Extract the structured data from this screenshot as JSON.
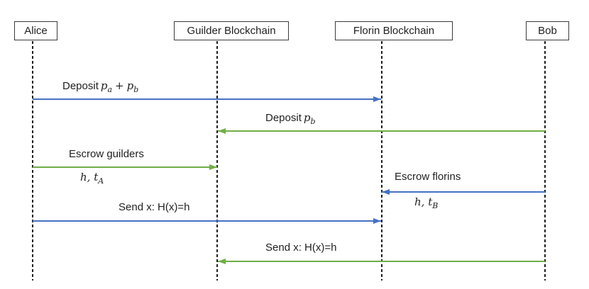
{
  "diagram": {
    "type": "sequence-diagram",
    "colors": {
      "blue": "#4472C4",
      "green": "#70AD47",
      "lifeline": "#1f1f1f"
    },
    "actors": [
      {
        "id": "alice",
        "label": "Alice"
      },
      {
        "id": "guilder",
        "label": "Guilder Blockchain"
      },
      {
        "id": "florin",
        "label": "Florin Blockchain"
      },
      {
        "id": "bob",
        "label": "Bob"
      }
    ],
    "messages": [
      {
        "id": "deposit-pa-pb",
        "from": "alice",
        "to": "florin",
        "direction": "right",
        "color": "blue",
        "text": "Deposit",
        "math": {
          "v1": "p",
          "s1": "a",
          "op": "+",
          "v2": "p",
          "s2": "b"
        }
      },
      {
        "id": "deposit-pb",
        "from": "bob",
        "to": "guilder",
        "direction": "left",
        "color": "green",
        "text": "Deposit",
        "math": {
          "v1": "p",
          "s1": "b"
        }
      },
      {
        "id": "escrow-guilders",
        "from": "alice",
        "to": "guilder",
        "direction": "right",
        "color": "green",
        "text": "Escrow guilders",
        "note": {
          "v1": "h",
          "sep": ",",
          "v2": "t",
          "sub": "A"
        }
      },
      {
        "id": "escrow-florins",
        "from": "bob",
        "to": "florin",
        "direction": "left",
        "color": "blue",
        "text": "Escrow florins",
        "note": {
          "v1": "h",
          "sep": ",",
          "v2": "t",
          "sub": "B"
        }
      },
      {
        "id": "send-x-to-florin",
        "from": "alice",
        "to": "florin",
        "direction": "right",
        "color": "blue",
        "text": "Send x: H(x)=h"
      },
      {
        "id": "send-x-to-guilder",
        "from": "bob",
        "to": "guilder",
        "direction": "left",
        "color": "green",
        "text": "Send x: H(x)=h"
      }
    ]
  }
}
